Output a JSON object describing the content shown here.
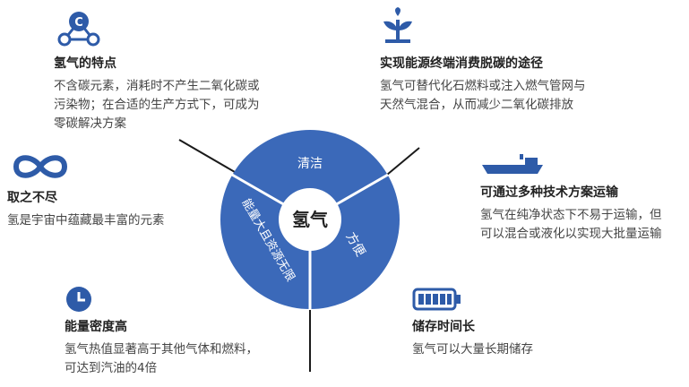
{
  "center": {
    "label": "氢气",
    "segments": {
      "top": "清洁",
      "left": "能量大且资源无限",
      "right": "方便"
    }
  },
  "features": {
    "hydrogen_features": {
      "title": "氢气的特点",
      "lines": [
        "不含碳元素，消耗时不产生二氧化碳或",
        "污染物；在合适的生产方式下，可成为",
        "零碳解决方案"
      ],
      "icon": "carbon-molecule-icon"
    },
    "decarbonization": {
      "title": "实现能源终端消费脱碳的途径",
      "lines": [
        "氢气可替代化石燃料或注入燃气管网与",
        "天然气混合，从而减少二氧化碳排放"
      ],
      "icon": "plant-sprout-icon"
    },
    "inexhaustible": {
      "title": "取之不尽",
      "lines": [
        "氢是宇宙中蕴藏最丰富的元素"
      ],
      "icon": "infinity-icon"
    },
    "transport": {
      "title": "可通过多种技术方案运输",
      "lines": [
        "氢气在纯净状态下不易于运输，但",
        "可以混合或液化以实现大批量运输"
      ],
      "icon": "ship-icon"
    },
    "energy_density": {
      "title": "能量密度高",
      "lines": [
        "氢气热值显著高于其他气体和燃料，",
        "可达到汽油的4倍"
      ],
      "icon": "clock-icon"
    },
    "storage": {
      "title": "储存时间长",
      "lines": [
        "氢气可以大量长期储存"
      ],
      "icon": "battery-icon"
    }
  },
  "colors": {
    "accent": "#2e5ba8",
    "ring": "#3b69b9",
    "hub": "#ffffff",
    "line": "#1a1a1a"
  }
}
